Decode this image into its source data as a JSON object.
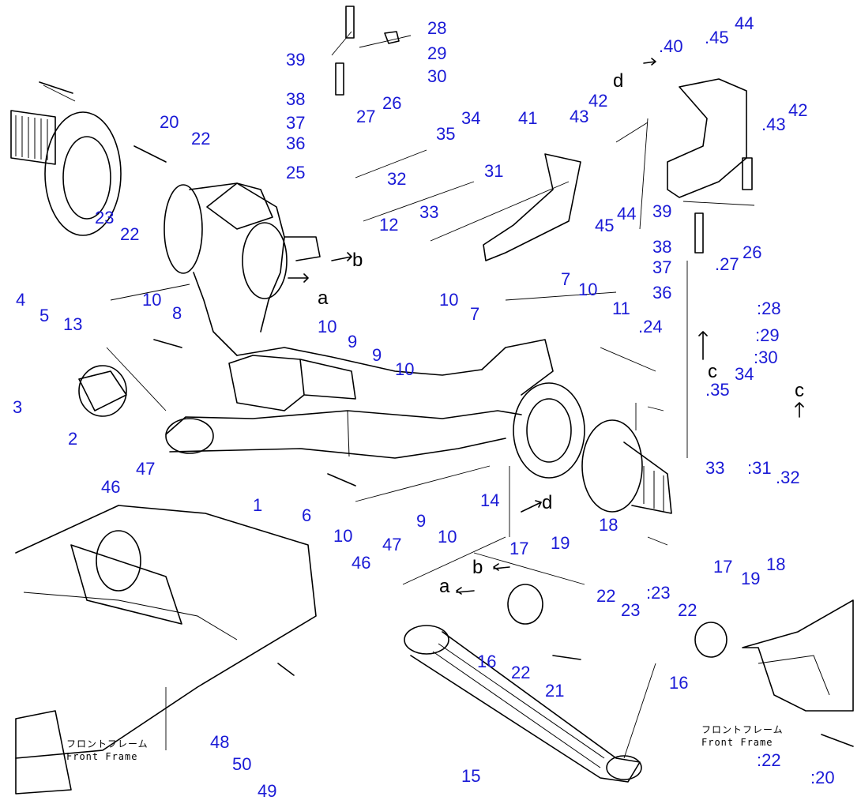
{
  "callouts": [
    {
      "n": "1"
    },
    {
      "n": "2"
    },
    {
      "n": "3"
    },
    {
      "n": "4"
    },
    {
      "n": "5"
    },
    {
      "n": "6"
    },
    {
      "n": "7"
    },
    {
      "n": "7"
    },
    {
      "n": "8"
    },
    {
      "n": "9"
    },
    {
      "n": "9"
    },
    {
      "n": "9"
    },
    {
      "n": "10"
    },
    {
      "n": "10"
    },
    {
      "n": "10"
    },
    {
      "n": "10"
    },
    {
      "n": "10"
    },
    {
      "n": "10"
    },
    {
      "n": "10"
    },
    {
      "n": "11"
    },
    {
      "n": "12"
    },
    {
      "n": "13"
    },
    {
      "n": "14"
    },
    {
      "n": "15"
    },
    {
      "n": "16"
    },
    {
      "n": "16"
    },
    {
      "n": "17"
    },
    {
      "n": "17"
    },
    {
      "n": "18"
    },
    {
      "n": "18"
    },
    {
      "n": "19"
    },
    {
      "n": "19"
    },
    {
      "n": "20"
    },
    {
      "n": ":20"
    },
    {
      "n": "21"
    },
    {
      "n": "22"
    },
    {
      "n": "22"
    },
    {
      "n": "22"
    },
    {
      "n": "22"
    },
    {
      "n": "22"
    },
    {
      "n": ":22"
    },
    {
      "n": "23"
    },
    {
      "n": "23"
    },
    {
      "n": ":23"
    },
    {
      "n": ".24"
    },
    {
      "n": "25"
    },
    {
      "n": "26"
    },
    {
      "n": "26"
    },
    {
      "n": "27"
    },
    {
      "n": ".27"
    },
    {
      "n": "28"
    },
    {
      "n": ":28"
    },
    {
      "n": "29"
    },
    {
      "n": ":29"
    },
    {
      "n": "30"
    },
    {
      "n": ":30"
    },
    {
      "n": "31"
    },
    {
      "n": ":31"
    },
    {
      "n": "32"
    },
    {
      "n": ".32"
    },
    {
      "n": "33"
    },
    {
      "n": "33"
    },
    {
      "n": "34"
    },
    {
      "n": "34"
    },
    {
      "n": "35"
    },
    {
      "n": ".35"
    },
    {
      "n": "36"
    },
    {
      "n": "36"
    },
    {
      "n": "37"
    },
    {
      "n": "37"
    },
    {
      "n": "38"
    },
    {
      "n": "38"
    },
    {
      "n": "39"
    },
    {
      "n": "39"
    },
    {
      "n": ".40"
    },
    {
      "n": "41"
    },
    {
      "n": "42"
    },
    {
      "n": "42"
    },
    {
      "n": "43"
    },
    {
      "n": ".43"
    },
    {
      "n": "44"
    },
    {
      "n": "44"
    },
    {
      "n": ".45"
    },
    {
      "n": "45"
    },
    {
      "n": "46"
    },
    {
      "n": "46"
    },
    {
      "n": "47"
    },
    {
      "n": "47"
    },
    {
      "n": "48"
    },
    {
      "n": "49"
    },
    {
      "n": "50"
    }
  ],
  "letters": [
    "a",
    "a",
    "b",
    "b",
    "c",
    "c",
    "d",
    "d"
  ],
  "captions": {
    "front_frame_jp_1": "フロントフレーム",
    "front_frame_en_1": "Front Frame",
    "front_frame_jp_2": "フロントフレーム",
    "front_frame_en_2": "Front Frame"
  },
  "colors": {
    "callout": "#1a1ad6",
    "line": "#000000",
    "background": "#ffffff"
  }
}
